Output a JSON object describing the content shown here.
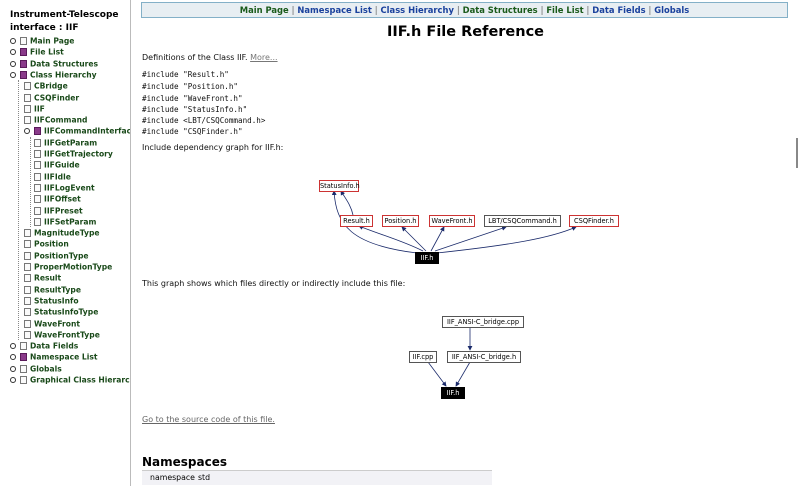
{
  "sidebar": {
    "title": "Instrument-Telescope interface : IIF",
    "items": [
      {
        "label": "Main Page",
        "level": 0,
        "icon": "page"
      },
      {
        "label": "File List",
        "level": 0,
        "icon": "book"
      },
      {
        "label": "Data Structures",
        "level": 0,
        "icon": "book"
      },
      {
        "label": "Class Hierarchy",
        "level": 0,
        "icon": "book-open"
      },
      {
        "label": "CBridge",
        "level": 1,
        "icon": "page"
      },
      {
        "label": "CSQFinder",
        "level": 1,
        "icon": "page"
      },
      {
        "label": "IIF",
        "level": 1,
        "icon": "page"
      },
      {
        "label": "IIFCommand",
        "level": 1,
        "icon": "page"
      },
      {
        "label": "IIFCommandInterface",
        "level": 1,
        "icon": "book-open"
      },
      {
        "label": "IIFGetParam",
        "level": 2,
        "icon": "page"
      },
      {
        "label": "IIFGetTrajectory",
        "level": 2,
        "icon": "page"
      },
      {
        "label": "IIFGuide",
        "level": 2,
        "icon": "page"
      },
      {
        "label": "IIFIdle",
        "level": 2,
        "icon": "page"
      },
      {
        "label": "IIFLogEvent",
        "level": 2,
        "icon": "page"
      },
      {
        "label": "IIFOffset",
        "level": 2,
        "icon": "page"
      },
      {
        "label": "IIFPreset",
        "level": 2,
        "icon": "page"
      },
      {
        "label": "IIFSetParam",
        "level": 2,
        "icon": "page"
      },
      {
        "label": "MagnitudeType",
        "level": 1,
        "icon": "page"
      },
      {
        "label": "Position",
        "level": 1,
        "icon": "page"
      },
      {
        "label": "PositionType",
        "level": 1,
        "icon": "page"
      },
      {
        "label": "ProperMotionType",
        "level": 1,
        "icon": "page"
      },
      {
        "label": "Result",
        "level": 1,
        "icon": "page"
      },
      {
        "label": "ResultType",
        "level": 1,
        "icon": "page"
      },
      {
        "label": "StatusInfo",
        "level": 1,
        "icon": "page"
      },
      {
        "label": "StatusInfoType",
        "level": 1,
        "icon": "page"
      },
      {
        "label": "WaveFront",
        "level": 1,
        "icon": "page"
      },
      {
        "label": "WaveFrontType",
        "level": 1,
        "icon": "page"
      },
      {
        "label": "Data Fields",
        "level": 0,
        "icon": "page"
      },
      {
        "label": "Namespace List",
        "level": 0,
        "icon": "book"
      },
      {
        "label": "Globals",
        "level": 0,
        "icon": "page"
      },
      {
        "label": "Graphical Class Hierarchy",
        "level": 0,
        "icon": "page"
      }
    ]
  },
  "nav": {
    "items": [
      {
        "label": "Main Page",
        "current": true
      },
      {
        "label": "Namespace List",
        "current": false
      },
      {
        "label": "Class Hierarchy",
        "current": false
      },
      {
        "label": "Data Structures",
        "current": true
      },
      {
        "label": "File List",
        "current": true
      },
      {
        "label": "Data Fields",
        "current": false
      },
      {
        "label": "Globals",
        "current": false
      }
    ],
    "separator": "|"
  },
  "page": {
    "title": "IIF.h File Reference",
    "definition_text": "Definitions of the Class IIF.",
    "more_link": "More...",
    "includes": [
      "#include \"Result.h\"",
      "#include \"Position.h\"",
      "#include \"WaveFront.h\"",
      "#include \"StatusInfo.h\"",
      "#include <LBT/CSQCommand.h>",
      "#include \"CSQFinder.h\""
    ],
    "dep_graph_caption": "Include dependency graph for IIF.h:",
    "included_by_caption": "This graph shows which files directly or indirectly include this file:",
    "source_link": "Go to the source code of this file.",
    "namespaces_heading": "Namespaces",
    "namespace_row": {
      "kind": "namespace",
      "name": "std"
    }
  },
  "dep_graph": {
    "nodes": {
      "statusinfo": "StatusInfo.h",
      "result": "Result.h",
      "position": "Position.h",
      "wavefront": "WaveFront.h",
      "csqcommand": "LBT/CSQCommand.h",
      "csqfinder": "CSQFinder.h",
      "iif": "IIF.h"
    }
  },
  "incl_graph": {
    "nodes": {
      "bridge_cpp": "IIF_ANSI-C_bridge.cpp",
      "iif_cpp": "IIF.cpp",
      "bridge_h": "IIF_ANSI-C_bridge.h",
      "iif": "IIF.h"
    }
  }
}
